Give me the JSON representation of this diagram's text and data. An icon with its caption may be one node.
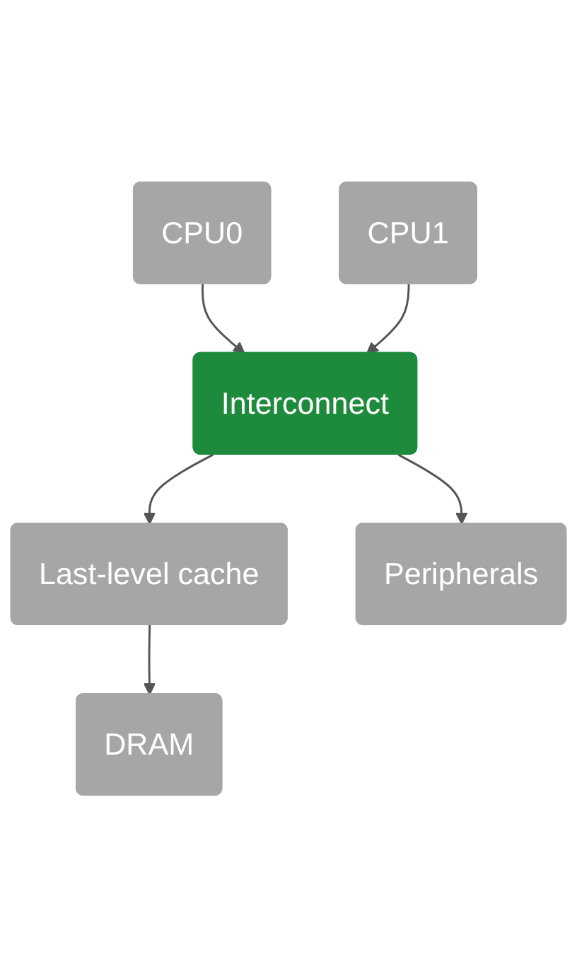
{
  "diagram": {
    "nodes": [
      {
        "text": [
          "CPU0"
        ]
      },
      {
        "text": [
          "CPU1"
        ]
      },
      {
        "text": [
          "Interconnect"
        ]
      },
      {
        "text": [
          "Last-level cache"
        ]
      },
      {
        "text": [
          "Peripherals"
        ]
      },
      {
        "text": [
          "DRAM"
        ]
      }
    ],
    "edges": [
      {
        "from": 0,
        "to": 2,
        "arrow": "to"
      },
      {
        "from": 1,
        "to": 2,
        "arrow": "to"
      },
      {
        "from": 2,
        "to": 3,
        "arrow": "to"
      },
      {
        "from": 2,
        "to": 4,
        "arrow": "to"
      },
      {
        "from": 3,
        "to": 5,
        "arrow": "to"
      }
    ]
  }
}
